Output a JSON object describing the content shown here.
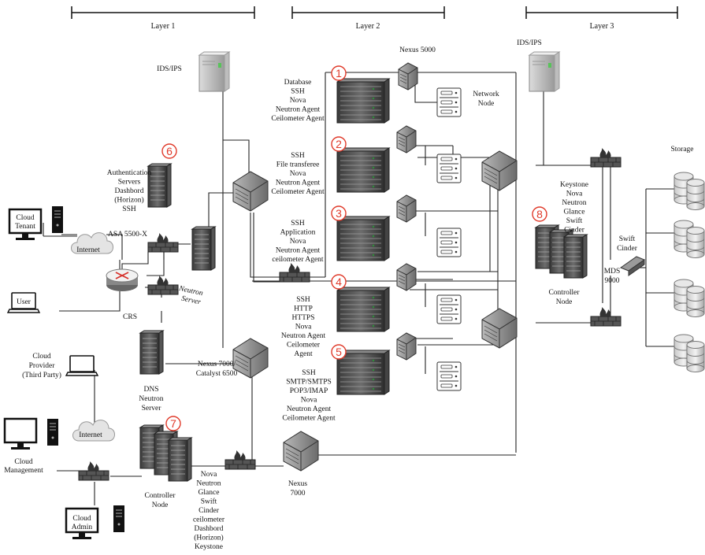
{
  "layers": {
    "layer1": "Layer 1",
    "layer2": "Layer 2",
    "layer3": "Layer 3"
  },
  "devices": {
    "ids_ips_left": "IDS/IPS",
    "ids_ips_right": "IDS/IPS",
    "nexus5000": "Nexus 5000",
    "network_node": [
      "Network",
      "Node"
    ],
    "asa": "ASA 5500-X",
    "crs": "CRS",
    "neutron_server": [
      "Neutron",
      "Server"
    ],
    "dns_server": [
      "DNS",
      "Neutron",
      "Server"
    ],
    "nexus7000_catalyst": [
      "Nexus 7000/",
      "Catalyst 6500"
    ],
    "nexus7000": [
      "Nexus",
      "7000"
    ],
    "mds9000": [
      "MDS",
      "9000"
    ],
    "storage": "Storage",
    "swift_cinder": [
      "Swift",
      "Cinder"
    ],
    "controller_node_bottom": [
      "Controller",
      "Node"
    ],
    "controller_node_right": [
      "Controller",
      "Node"
    ]
  },
  "actors": {
    "cloud_tenant": [
      "Cloud",
      "Tenant"
    ],
    "user": "User",
    "internet_top": "Internet",
    "internet_bottom": "Internet",
    "cloud_provider": [
      "Cloud",
      "Provider",
      "(Third Party)"
    ],
    "cloud_management": [
      "Cloud",
      "Management"
    ],
    "cloud_admin": [
      "Cloud",
      "Admin"
    ]
  },
  "zones": [
    {
      "num": "1",
      "label": [
        "Database",
        "SSH",
        "Nova",
        "Neutron Agent",
        "Ceilometer Agent"
      ]
    },
    {
      "num": "2",
      "label": [
        "SSH",
        "File transferee",
        "Nova",
        "Neutron Agent",
        "Ceilometer Agent"
      ]
    },
    {
      "num": "3",
      "label": [
        "SSH",
        "Application",
        "Nova",
        "Neutron Agent",
        "ceilometer Agent"
      ]
    },
    {
      "num": "4",
      "label": [
        "SSH",
        "HTTP",
        "HTTPS",
        "Nova",
        "Neutron Agent",
        "Ceilometer",
        "Agent"
      ]
    },
    {
      "num": "5",
      "label": [
        "SSH",
        "SMTP/SMTPS",
        "POP3/IMAP",
        "Nova",
        "Neutron Agent",
        "Ceilometer Agent"
      ]
    },
    {
      "num": "6",
      "label": [
        "Authentication",
        "Servers",
        "Dashbord",
        "(Horizon)",
        "SSH"
      ]
    },
    {
      "num": "7",
      "label": [
        "Nova",
        "Neutron",
        "Glance",
        "Swift",
        "Cinder",
        "ceilometer",
        "Dashbord",
        "(Horizon)",
        "Keystone"
      ]
    },
    {
      "num": "8",
      "label": [
        "Keystone",
        "Nova",
        "Neutron",
        "Glance",
        "Swift",
        "Cinder"
      ]
    }
  ]
}
